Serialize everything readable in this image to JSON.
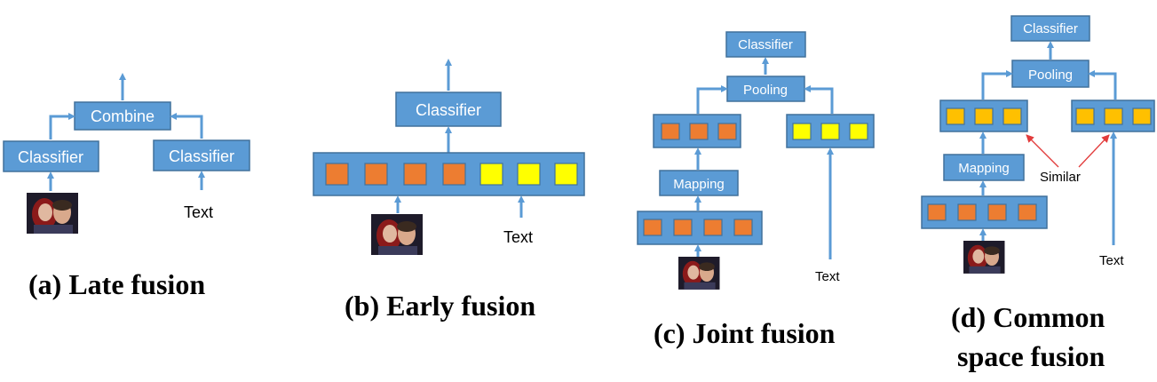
{
  "panels": {
    "a": {
      "caption": "(a) Late fusion",
      "combine": "Combine",
      "classifier_left": "Classifier",
      "classifier_right": "Classifier",
      "text": "Text"
    },
    "b": {
      "caption": "(b) Early fusion",
      "classifier": "Classifier",
      "text": "Text"
    },
    "c": {
      "caption": "(c) Joint fusion",
      "classifier": "Classifier",
      "pooling": "Pooling",
      "mapping": "Mapping",
      "text": "Text"
    },
    "d": {
      "caption_line1": "(d) Common",
      "caption_line2": "space fusion",
      "classifier": "Classifier",
      "pooling": "Pooling",
      "mapping": "Mapping",
      "similar": "Similar",
      "text": "Text"
    }
  },
  "colors": {
    "box_fill": "#5b9bd5",
    "image_feature": "#ed7d31",
    "text_feature": "#ffff00",
    "common_feature": "#ffc000",
    "similar_arrow": "#e23b3b"
  }
}
